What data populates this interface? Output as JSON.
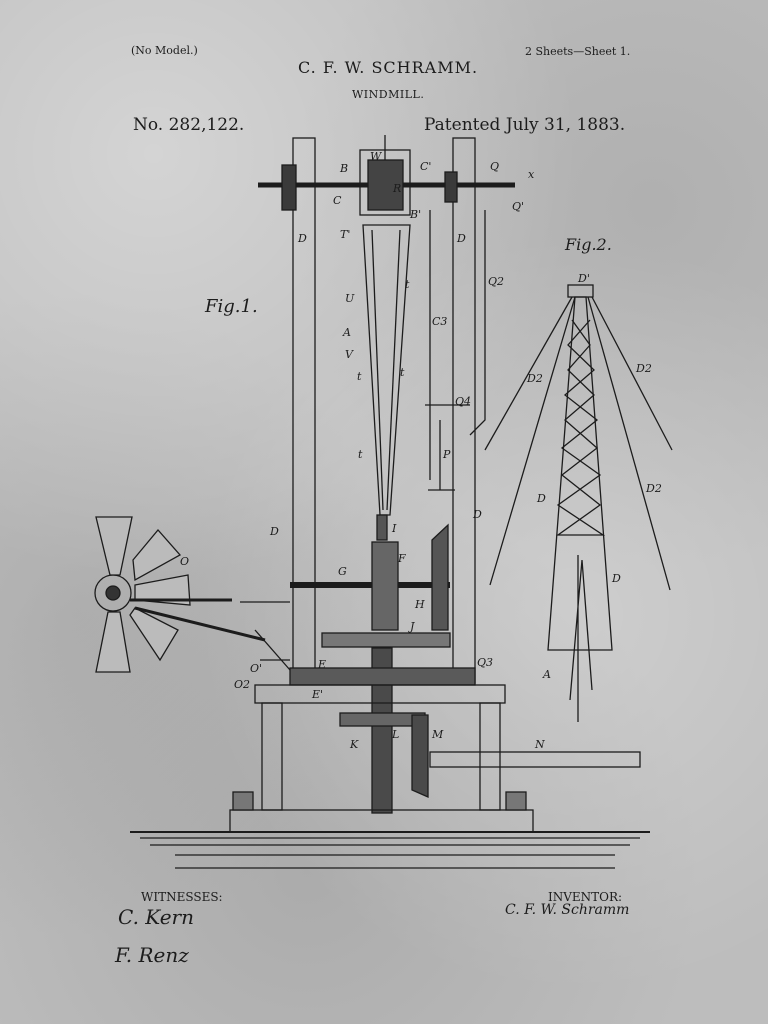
{
  "header": {
    "no_model": "(No Model.)",
    "sheets": "2 Sheets—Sheet 1.",
    "inventor": "C. F. W. SCHRAMM.",
    "title": "WINDMILL.",
    "patent_number": "No. 282,122.",
    "patent_date": "Patented July 31, 1883."
  },
  "figures": {
    "fig1": "Fig.1.",
    "fig2": "Fig.2."
  },
  "labels": [
    "B",
    "W",
    "C'",
    "Q",
    "x",
    "C",
    "R",
    "B'",
    "Q'",
    "T'",
    "D",
    "D",
    "Q2",
    "t",
    "U",
    "C3",
    "A",
    "V",
    "t",
    "t",
    "Q4",
    "t",
    "P",
    "I",
    "D",
    "D",
    "F",
    "G",
    "O",
    "H",
    "J",
    "O'",
    "E",
    "O2",
    "E'",
    "Q3",
    "K",
    "L",
    "M",
    "N",
    "D'",
    "D2",
    "D2",
    "D",
    "D2",
    "D",
    "A"
  ],
  "footer": {
    "witnesses_label": "WITNESSES:",
    "inventor_label": "INVENTOR:",
    "witness_1": "C. Kern",
    "witness_2": "F. Renz",
    "inventor_signature": "C. F. W. Schramm"
  },
  "colors": {
    "paper": "#bdbdbd",
    "ink": "#1c1c1c"
  }
}
